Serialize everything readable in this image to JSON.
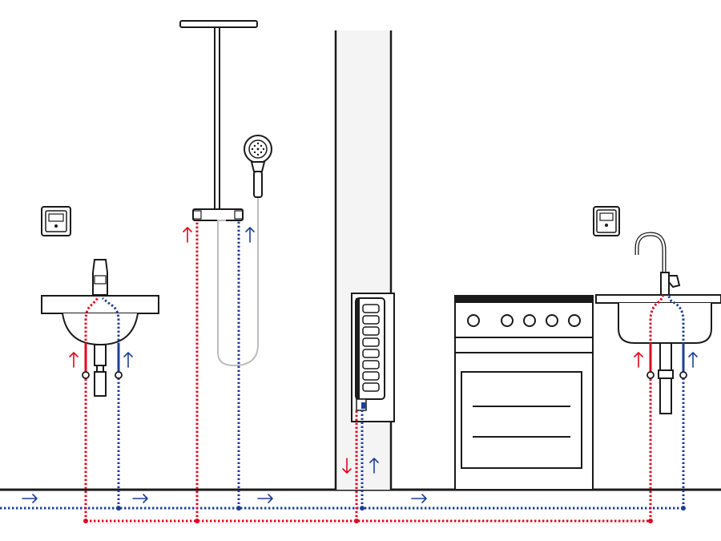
{
  "colors": {
    "background": "#ffffff",
    "outline": "#1a1a1a",
    "hot_water": "#e3051b",
    "cold_water": "#1d3f95",
    "hose": "#bdbdbd",
    "wall_fill": "#f4f4f4"
  },
  "icons": {
    "control_panel": "thermostat-panel-icon",
    "flow_arrow": "arrow-icon"
  },
  "legend": {},
  "fixtures": [
    "washbasin",
    "shower",
    "instantaneous-water-heater",
    "cooker",
    "kitchen-sink"
  ]
}
